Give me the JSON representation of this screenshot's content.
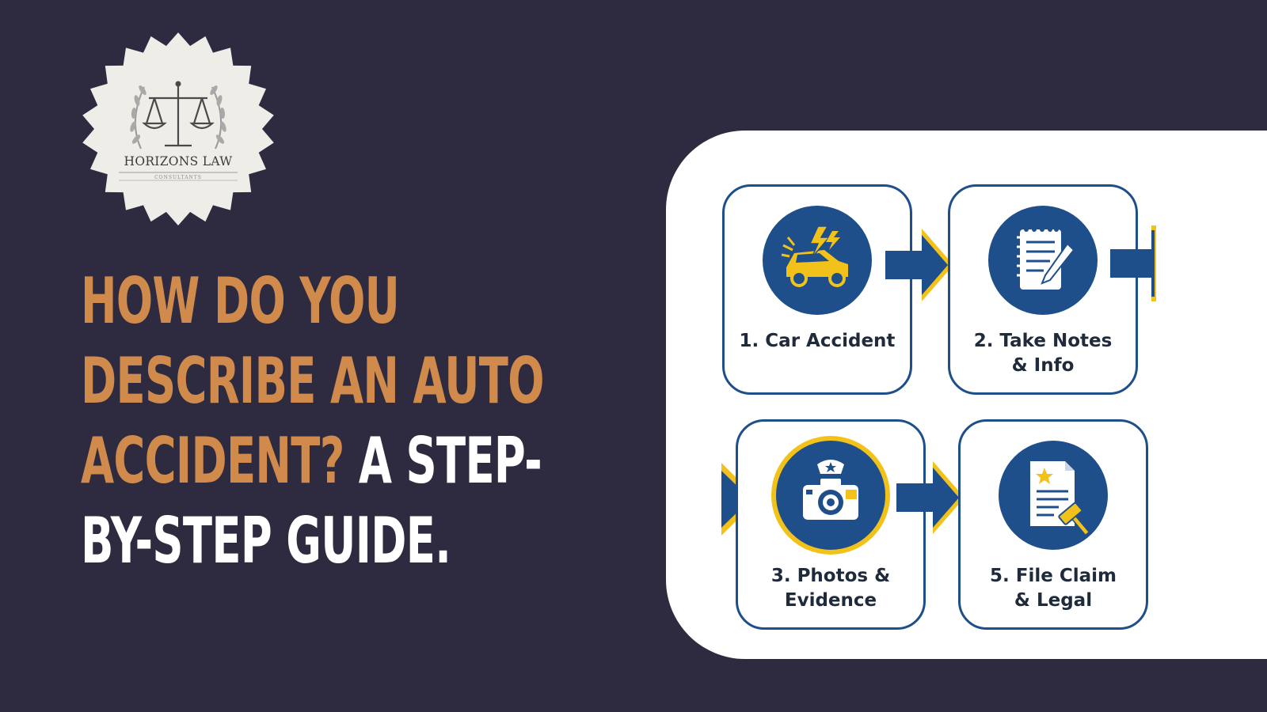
{
  "logo": {
    "firm_name": "HORIZONS LAW",
    "subtitle": "CONSULTANTS"
  },
  "headline": {
    "line1": "HOW DO YOU",
    "line2": "DESCRIBE AN AUTO",
    "line3_orange": "ACCIDENT?",
    "line3_white": " A STEP-",
    "line4": "BY-STEP GUIDE."
  },
  "steps": [
    {
      "label": "1. Car Accident",
      "icon": "car-crash-icon"
    },
    {
      "label": "2. Take Notes\n& Info",
      "icon": "notepad-pencil-icon"
    },
    {
      "label": "3. Photos &\nEvidence",
      "icon": "police-camera-icon"
    },
    {
      "label": "5. File Claim\n& Legal",
      "icon": "legal-document-gavel-icon"
    }
  ],
  "colors": {
    "background": "#2e2b40",
    "accent_orange": "#cf8a4c",
    "navy": "#1e4f8a",
    "yellow": "#f2c21a",
    "card": "#ffffff"
  }
}
